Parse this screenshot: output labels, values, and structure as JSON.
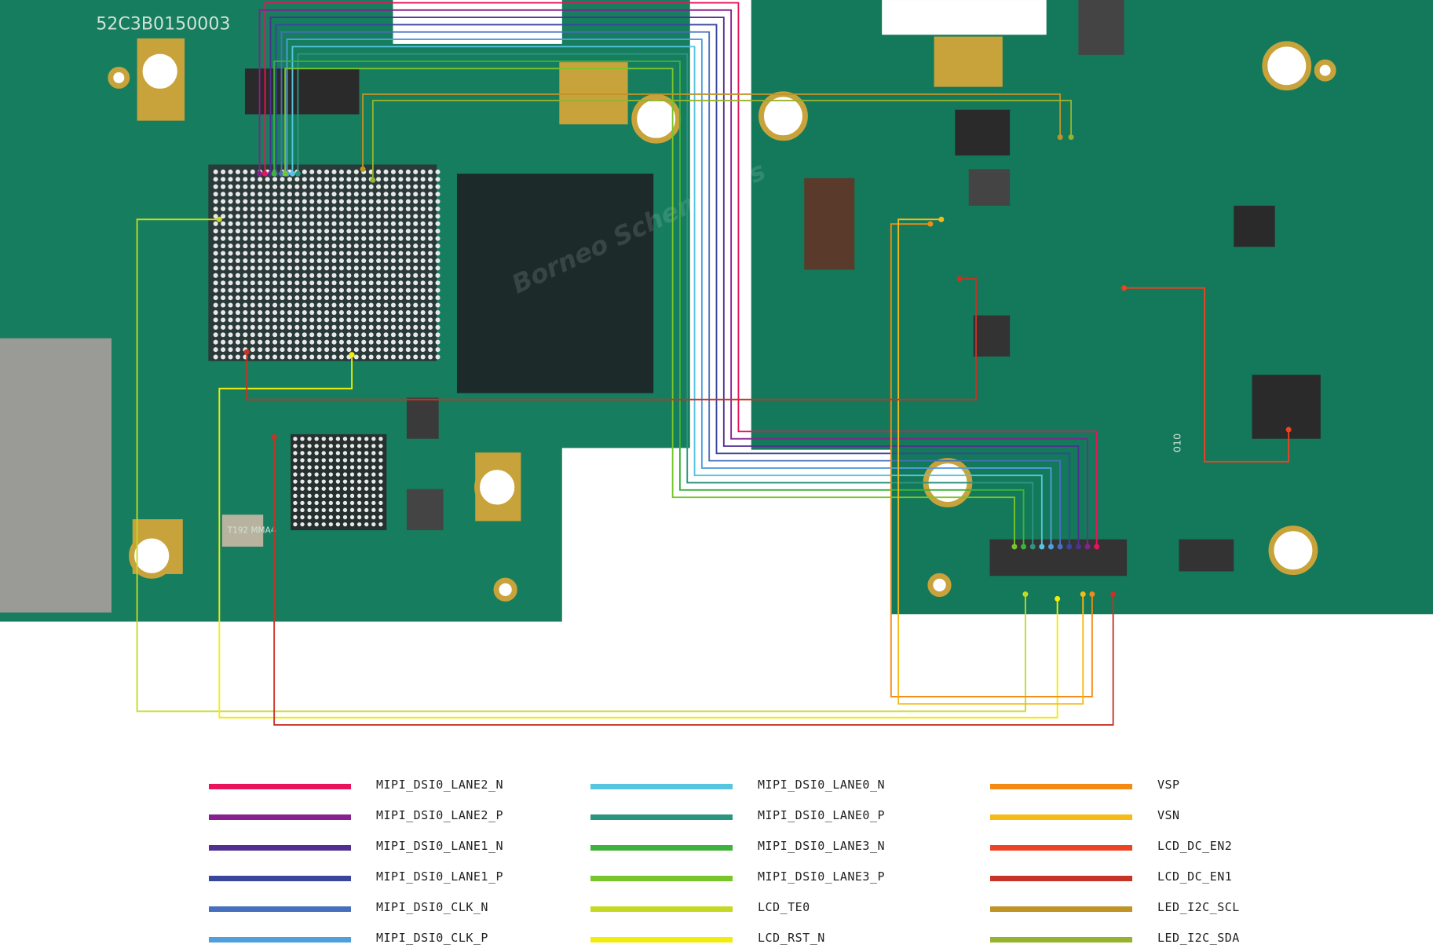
{
  "board": {
    "silkscreen_serial": "52C3B0150003",
    "silkscreen_component": "T192 MMA4",
    "silkscreen_marking": "010",
    "watermark": "Borneo Schematics"
  },
  "legend": [
    {
      "label": "MIPI_DSI0_LANE2_N",
      "color": "#e8135a"
    },
    {
      "label": "MIPI_DSI0_LANE2_P",
      "color": "#86218f"
    },
    {
      "label": "MIPI_DSI0_LANE1_N",
      "color": "#4f2f91"
    },
    {
      "label": "MIPI_DSI0_LANE1_P",
      "color": "#3a469c"
    },
    {
      "label": "MIPI_DSI0_CLK_N",
      "color": "#4670bd"
    },
    {
      "label": "MIPI_DSI0_CLK_P",
      "color": "#4f9fdc"
    },
    {
      "label": "MIPI_DSI0_LANE0_N",
      "color": "#56c5e0"
    },
    {
      "label": "MIPI_DSI0_LANE0_P",
      "color": "#2b9580"
    },
    {
      "label": "MIPI_DSI0_LANE3_N",
      "color": "#3db23c"
    },
    {
      "label": "MIPI_DSI0_LANE3_P",
      "color": "#78c62b"
    },
    {
      "label": "LCD_TE0",
      "color": "#c4d924"
    },
    {
      "label": "LCD_RST_N",
      "color": "#f2ec0c"
    },
    {
      "label": "VSP",
      "color": "#f38a13"
    },
    {
      "label": "VSN",
      "color": "#f6ba17"
    },
    {
      "label": "LCD_DC_EN2",
      "color": "#ea4424"
    },
    {
      "label": "LCD_DC_EN1",
      "color": "#c63327"
    },
    {
      "label": "LED_I2C_SCL",
      "color": "#c09327"
    },
    {
      "label": "LED_I2C_SDA",
      "color": "#96b32d"
    }
  ]
}
